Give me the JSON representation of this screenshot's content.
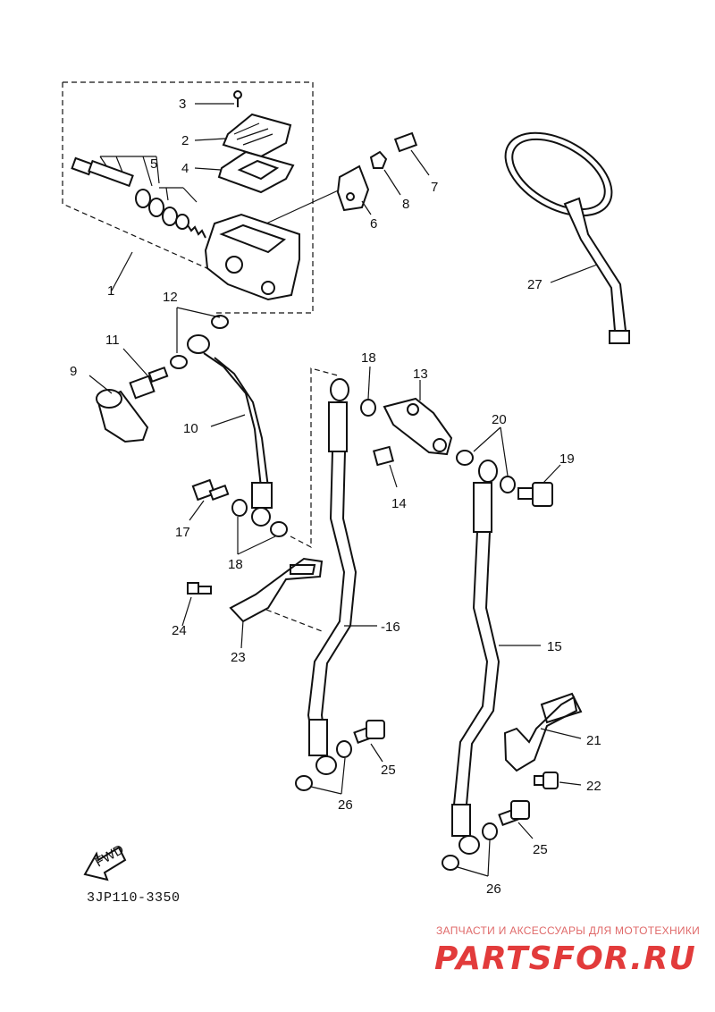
{
  "diagram": {
    "code": "3JP110-3350",
    "direction_label": "FWD",
    "callouts": {
      "c1": "1",
      "c2": "2",
      "c3": "3",
      "c4": "4",
      "c5": "5",
      "c6": "6",
      "c7": "7",
      "c8": "8",
      "c9": "9",
      "c10": "10",
      "c11": "11",
      "c12": "12",
      "c13": "13",
      "c14": "14",
      "c15": "15",
      "c16": "-16",
      "c17": "17",
      "c18a": "18",
      "c18b": "18",
      "c19": "19",
      "c20": "20",
      "c21": "21",
      "c22": "22",
      "c23": "23",
      "c24": "24",
      "c25a": "25",
      "c25b": "25",
      "c26a": "26",
      "c26b": "26",
      "c27": "27"
    }
  },
  "watermark": {
    "tagline": "ЗАПЧАСТИ И АКСЕССУАРЫ ДЛЯ МОТОТЕХНИКИ",
    "logo": "PARTSFOR.RU"
  }
}
